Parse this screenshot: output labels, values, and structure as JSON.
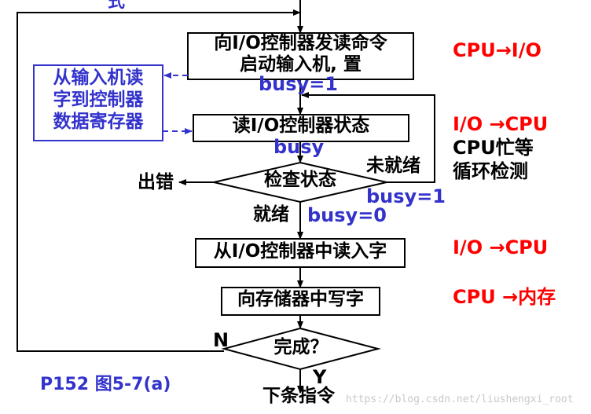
{
  "top_fragment": "式",
  "boxes": {
    "send_read": [
      "向I/O控制器发读命令",
      "启动输入机, 置"
    ],
    "read_status": "读I/O控制器状态",
    "read_word": "从I/O控制器中读入字",
    "write_mem": "向存储器中写字",
    "side_note": [
      "从输入机读",
      "字到控制器",
      "数据寄存器"
    ]
  },
  "diamonds": {
    "check": "检查状态",
    "done": "完成？"
  },
  "labels": {
    "busy_set": "busy=1",
    "busy_read": "busy",
    "error": "出错",
    "not_ready": "未就绪",
    "busy_1": "busy=1",
    "ready": "就绪",
    "busy_0": "busy=0",
    "N": "N",
    "Y": "Y",
    "next": "下条指令",
    "caption": "P152 图5-7(a)"
  },
  "annotations": {
    "a1": "CPU→I/O",
    "a2": "I/O →CPU",
    "a3": [
      "CPU忙等",
      "循环检测"
    ],
    "a4": "I/O →CPU",
    "a5": "CPU →内存"
  },
  "watermark": "https://blog.csdn.net/liushengxi_root",
  "colors": {
    "blue": "#3333cc",
    "red": "#ff0000",
    "line": "#000000"
  }
}
